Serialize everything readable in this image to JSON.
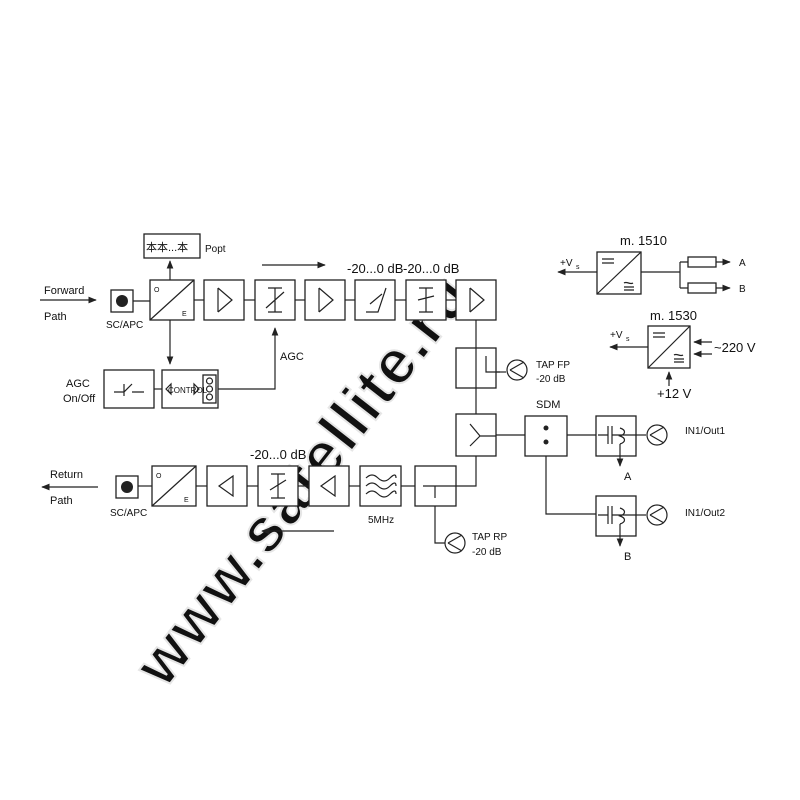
{
  "watermark": "www.satellite.ru",
  "labels": {
    "forward": "Forward",
    "forward_path": "Path",
    "return": "Return",
    "return_path": "Path",
    "sc_apc_top": "SC/APC",
    "sc_apc_bottom": "SC/APC",
    "popt": "Popt",
    "agc": "AGC",
    "agc_onoff_1": "AGC",
    "agc_onoff_2": "On/Off",
    "control": "CONTROL",
    "atten_fwd_1": "-20...0 dB",
    "atten_fwd_2": "-20...0 dB",
    "atten_ret": "-20...0 dB",
    "filter_5mhz": "5MHz",
    "tap_fp_1": "TAP  FP",
    "tap_fp_2": "-20 dB",
    "tap_rp_1": "TAP  RP",
    "tap_rp_2": "-20 dB",
    "sdm": "SDM",
    "in1_out1": "IN1/Out1",
    "in1_out2": "IN1/Out2",
    "port_a_bottom": "A",
    "port_b_bottom": "B",
    "m1510": "m. 1510",
    "m1530": "m. 1530",
    "vs_1510": "+V",
    "vs_1530": "+V",
    "vs_sub": "s",
    "out_a": "A",
    "out_b": "B",
    "mains": "~220 V",
    "plus12": "+12 V",
    "oe_o": "O",
    "oe_e": "E",
    "photodiodes": "本本...本"
  }
}
